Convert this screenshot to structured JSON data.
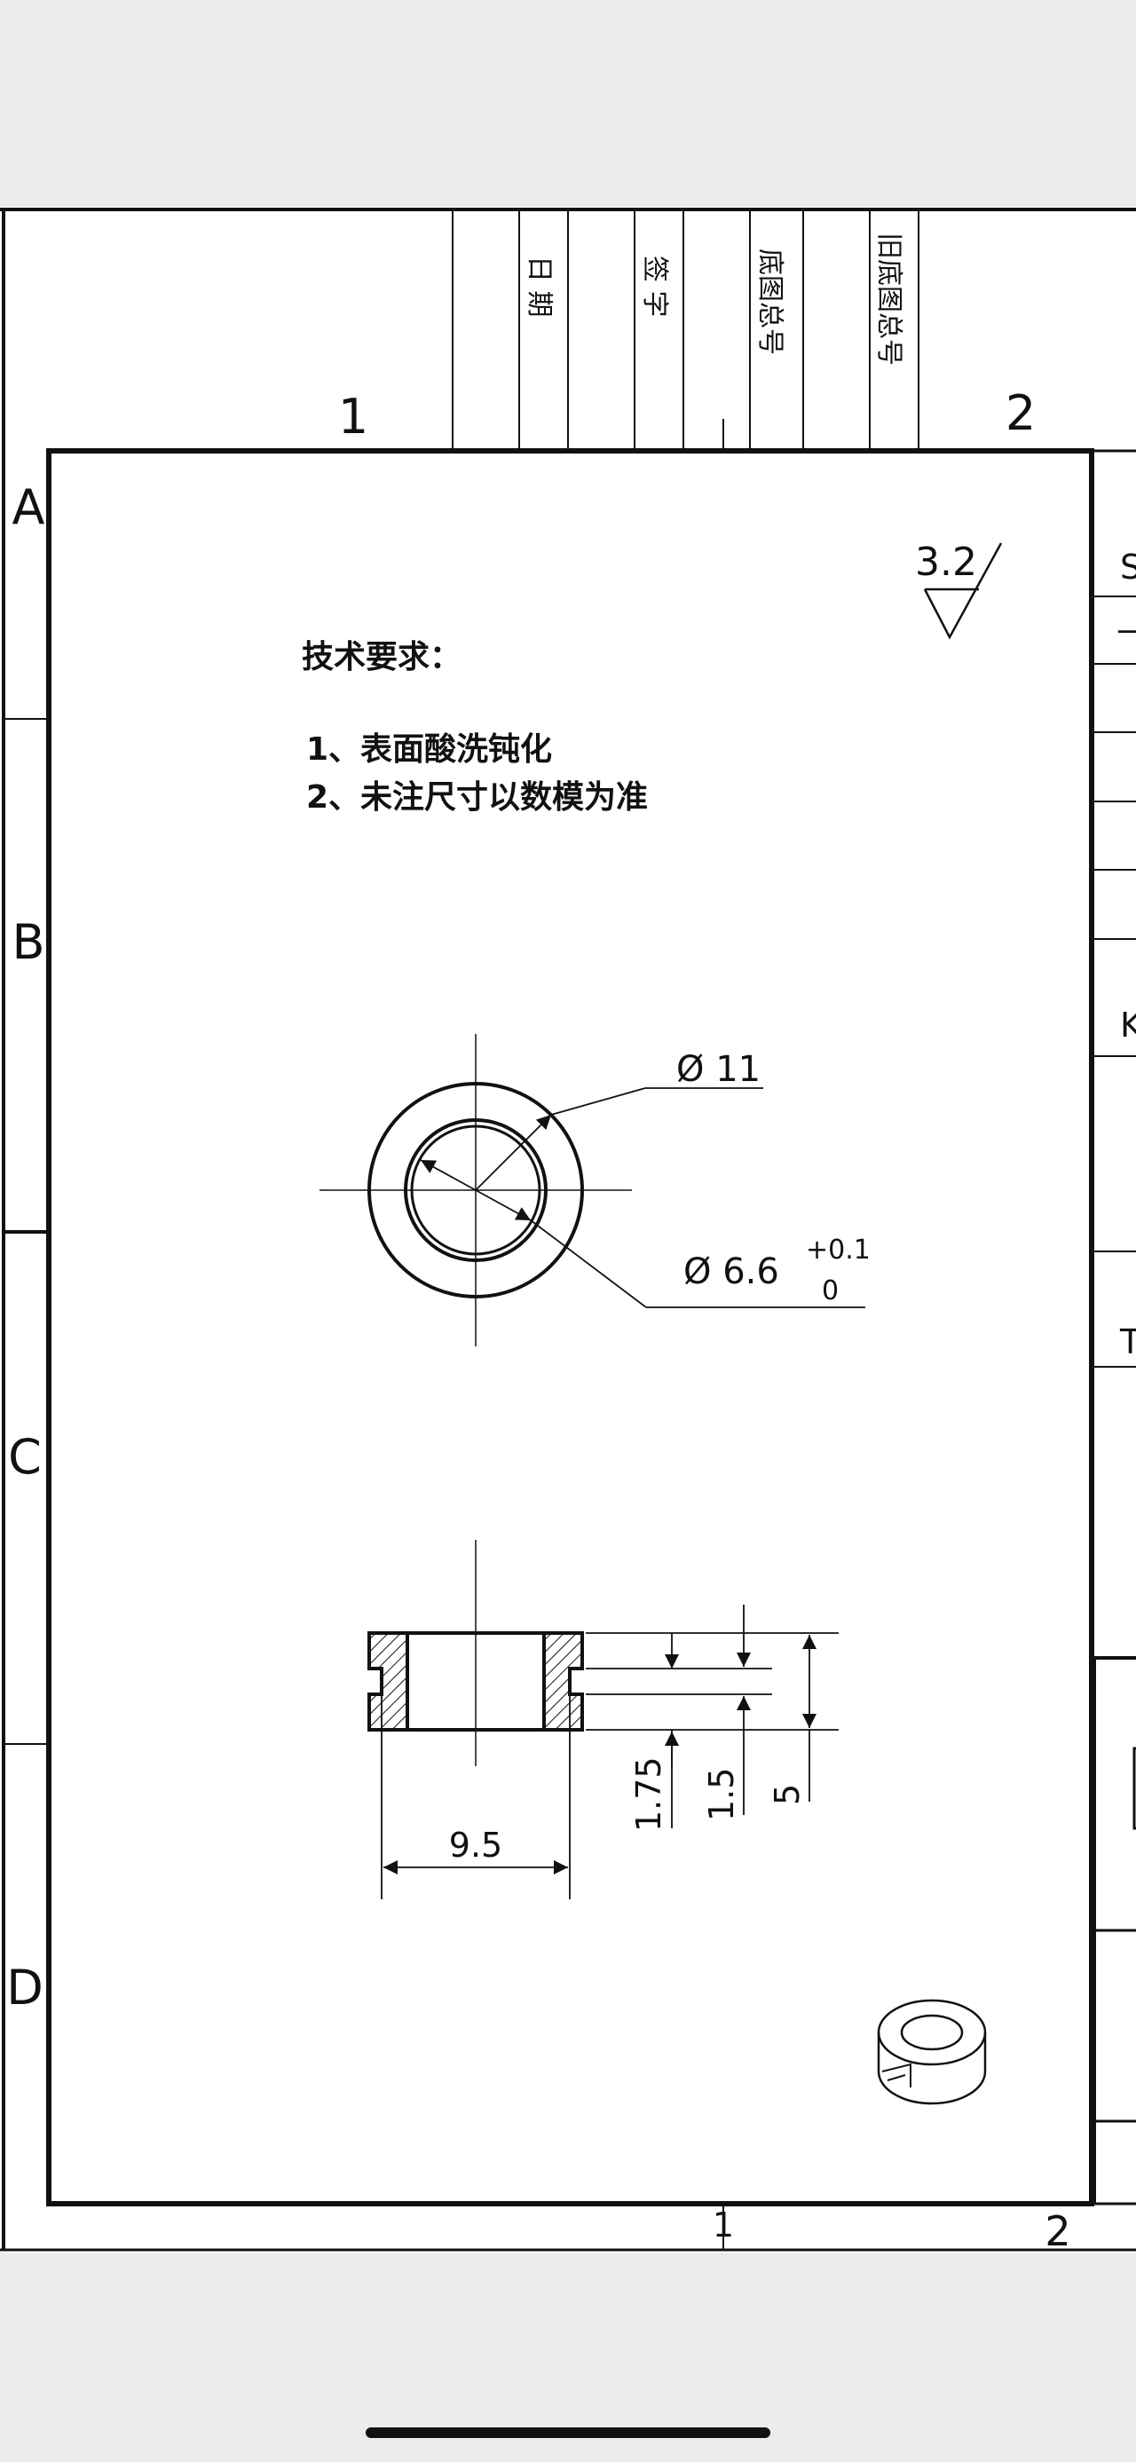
{
  "drawing": {
    "grid_columns": [
      "1",
      "2"
    ],
    "grid_rows": [
      "A",
      "B",
      "C",
      "D"
    ],
    "bottom_columns": [
      "1",
      "2"
    ],
    "top_block": {
      "date_label": "日 期",
      "signature_label": "签 字",
      "base_drawing_label": "底图总号",
      "old_base_drawing_label": "旧底图总号"
    },
    "roughness": "3.2",
    "tech_requirements": {
      "title": "技术要求：",
      "items": [
        "1、表面酸洗钝化",
        "2、未注尺寸以数模为准"
      ]
    },
    "dimensions": {
      "outer_diameter": "Ø 11",
      "inner_diameter": "Ø 6.6",
      "inner_tol_upper": "+0.1",
      "inner_tol_lower": "0",
      "groove_depth": "1.75",
      "groove_width": "1.5",
      "thickness": "5",
      "groove_diameter": "9.5"
    },
    "title_block_cutoff": [
      "S",
      "—",
      "K",
      "T"
    ]
  },
  "colors": {
    "page": "#ececec",
    "paper": "#ffffff",
    "ink": "#111111",
    "home_indicator": "#111111"
  }
}
